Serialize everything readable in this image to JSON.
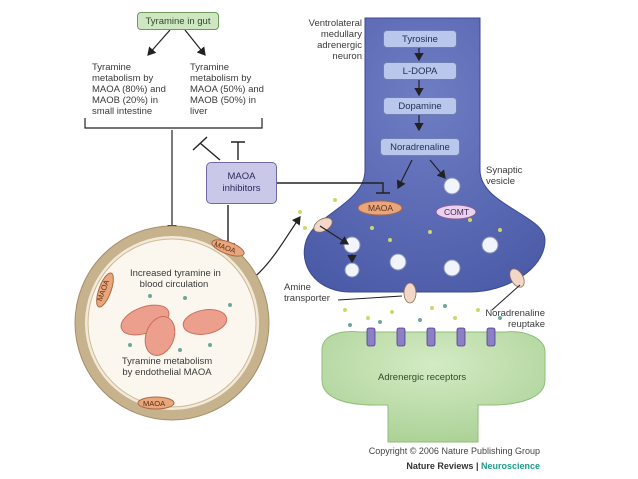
{
  "gut": {
    "box_label": "Tyramine in gut",
    "intestine_text": [
      "Tyramine",
      "metabolism by",
      "MAOA (80%) and",
      "MAOB (20%) in",
      "small intestine"
    ],
    "liver_text": [
      "Tyramine",
      "metabolism by",
      "MAOA (50%) and",
      "MAOB (50%) in",
      "liver"
    ]
  },
  "neuron": {
    "label": [
      "Ventrolateral",
      "medullary",
      "adrenergic",
      "neuron"
    ],
    "pathway": [
      "Tyrosine",
      "L-DOPA",
      "Dopamine",
      "Noradrenaline"
    ],
    "synaptic_vesicle": [
      "Synaptic",
      "vesicle"
    ],
    "maoa": "MAOA",
    "comt": "COMT"
  },
  "inhibitors": [
    "MAOA",
    "inhibitors"
  ],
  "vessel": {
    "increased_text": [
      "Increased tyramine in",
      "blood circulation"
    ],
    "metabolism_text": [
      "Tyramine metabolism",
      "by endothelial MAOA"
    ],
    "maoa_labels": [
      "MAOA",
      "MAOA",
      "MAOA"
    ]
  },
  "amine_transporter": [
    "Amine",
    "transporter"
  ],
  "reuptake": [
    "Noradrenaline",
    "reuptake"
  ],
  "receptors": "Adrenergic receptors",
  "credit": {
    "copyright": "Copyright © 2006 Nature Publishing Group",
    "journal": "Nature Reviews",
    "separator": " | ",
    "section": "Neuroscience"
  },
  "colors": {
    "neuron": "#5b6ab4",
    "gut_box": "#cfe6c4",
    "receptor": "#b9d9a6",
    "maoa": "#e7a57c",
    "rbc": "#e89a86",
    "journal_accent": "#1d9d8a"
  }
}
